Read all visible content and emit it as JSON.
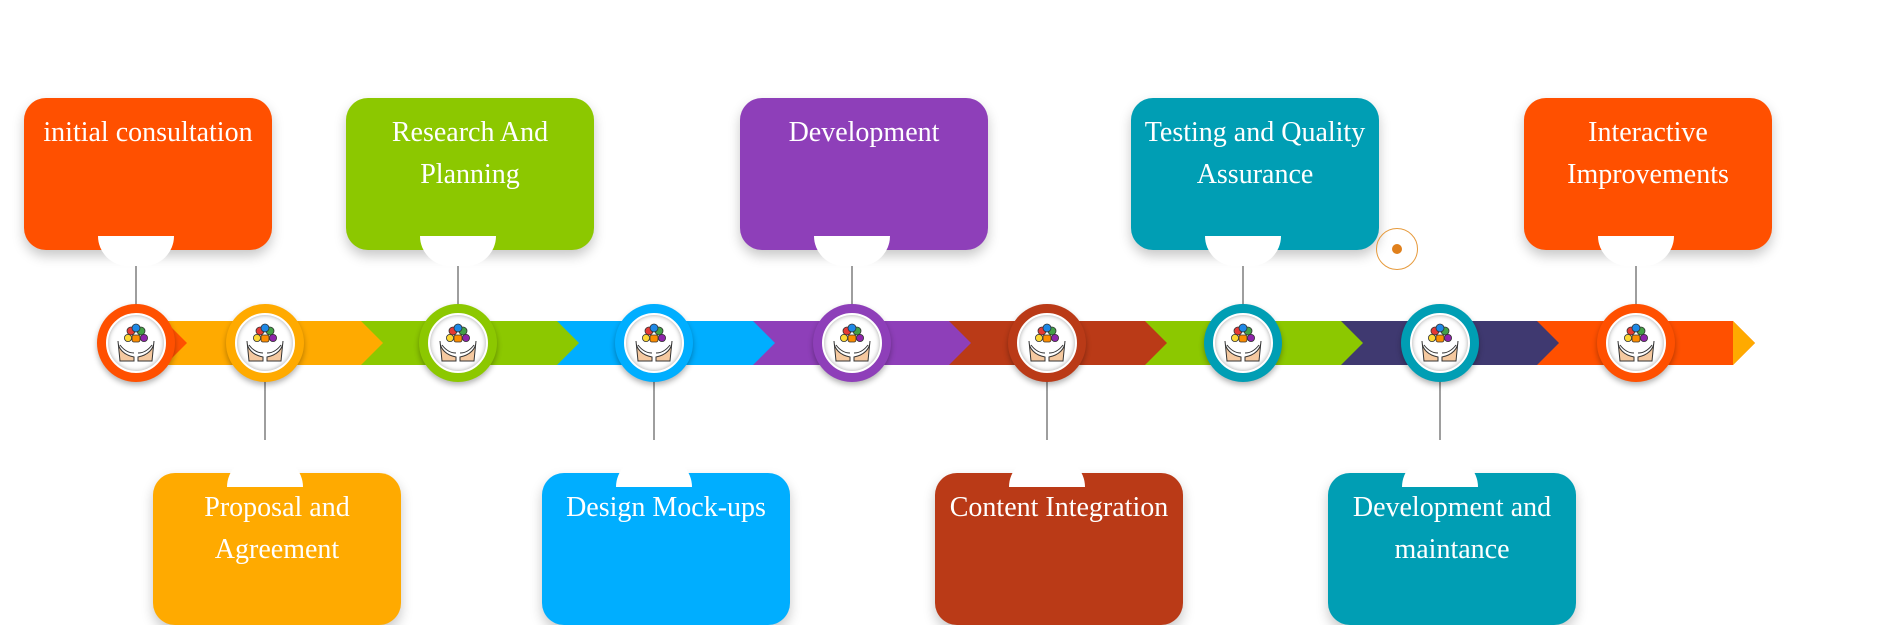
{
  "steps": [
    {
      "label": "initial consultation",
      "color": "#FF5000",
      "position": "top"
    },
    {
      "label": "Proposal and Agreement",
      "color": "#FFAA00",
      "position": "bottom"
    },
    {
      "label": "Research And Planning",
      "color": "#8CC800",
      "position": "top"
    },
    {
      "label": "Design Mock-ups",
      "color": "#00AEFF",
      "position": "bottom"
    },
    {
      "label": "Development",
      "color": "#8E3FB9",
      "position": "top"
    },
    {
      "label": "Content Integration",
      "color": "#BA3A17",
      "position": "bottom"
    },
    {
      "label": "Testing and Quality Assurance",
      "color": "#009EB4",
      "position": "top"
    },
    {
      "label": "Development and maintance",
      "color": "#009EB4",
      "position": "bottom"
    },
    {
      "label": "Interactive Improvements",
      "color": "#FF5000",
      "position": "top"
    }
  ],
  "track_colors": [
    "#FFAA00",
    "#8CC800",
    "#00AEFF",
    "#8E3FB9",
    "#BA3A17",
    "#8CC800",
    "#3F3970",
    "#FF5000"
  ],
  "arrow_tip_color": "#FFAA00",
  "node_icon": "hands-holding-people-icon"
}
